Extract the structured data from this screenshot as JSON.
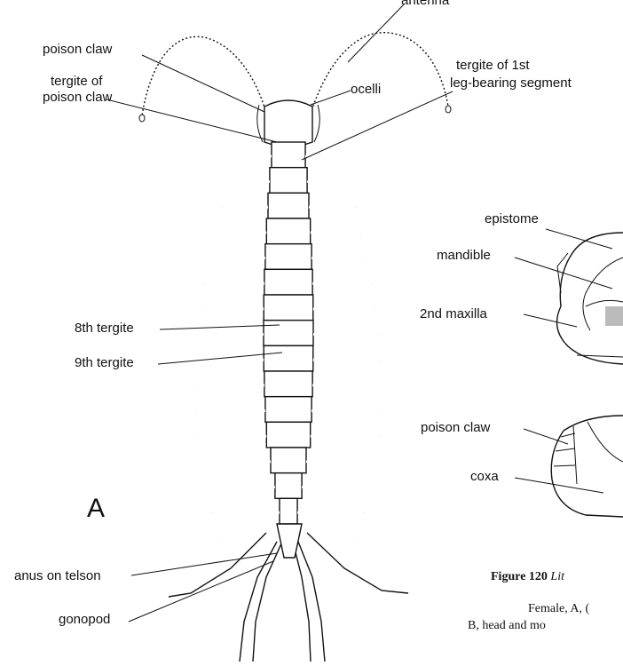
{
  "figure": {
    "panel_a_letter": "A",
    "labels": {
      "antenna_partial": "antenna",
      "poison_claw_top": "poison claw",
      "tergite_poison_claw_line1": "tergite of",
      "tergite_poison_claw_line2": "poison claw",
      "ocelli": "ocelli",
      "tergite_first_line1": "tergite of 1st",
      "tergite_first_line2": "leg-bearing segment",
      "eighth_tergite": "8th tergite",
      "ninth_tergite": "9th tergite",
      "anus": "anus on telson",
      "gonopod": "gonopod",
      "epistome": "epistome",
      "mandible": "mandible",
      "second_maxilla": "2nd maxilla",
      "poison_claw_b": "poison claw",
      "coxa": "coxa"
    },
    "caption": {
      "figure_number": "Figure 120",
      "title_fragment": "Lit",
      "line2": "Female, A, (",
      "line3": "B, head and mo"
    }
  }
}
